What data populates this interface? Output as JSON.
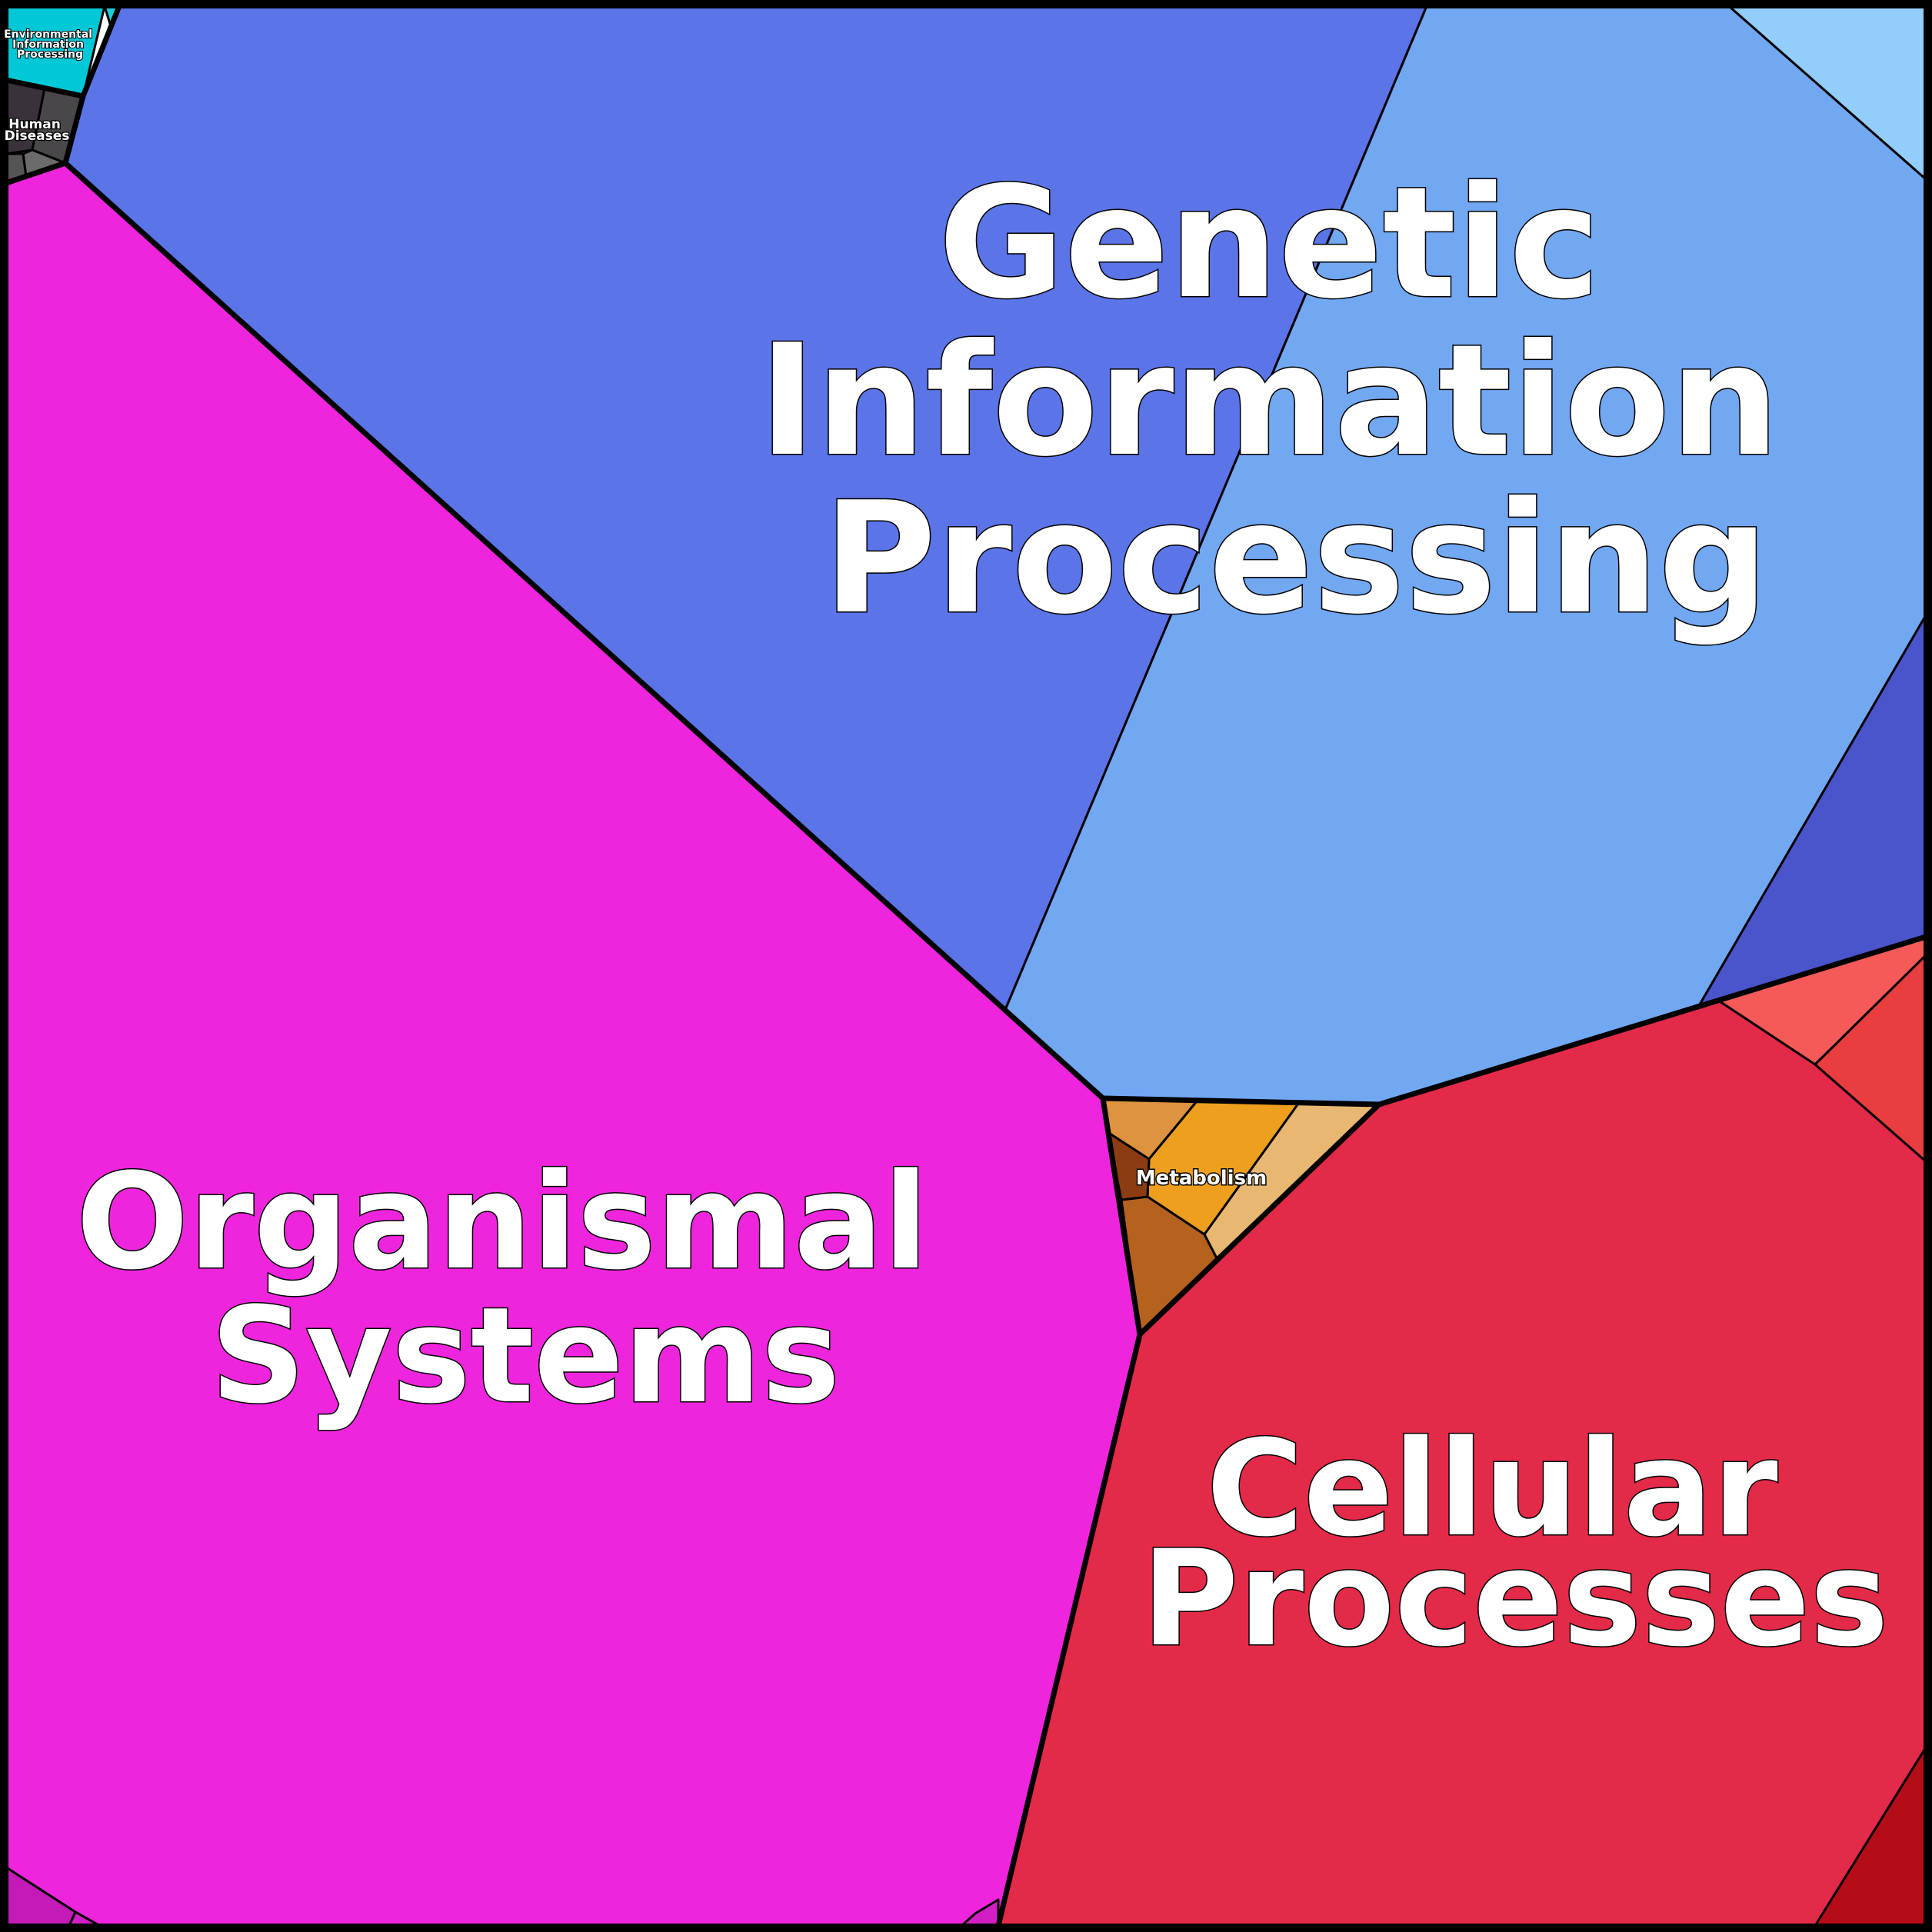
{
  "chart_data": {
    "type": "voronoi-treemap",
    "groups": [
      {
        "name": "Genetic Information Processing",
        "lines": [
          "Genetic",
          "Information",
          "Processing"
        ],
        "colors": [
          "#5b74e8",
          "#72a8f2",
          "#93cdfc",
          "#4a55cc"
        ]
      },
      {
        "name": "Organismal Systems",
        "lines": [
          "Organismal",
          "Systems"
        ],
        "colors": [
          "#ef25dd",
          "#c31bb6",
          "#d21fc5"
        ]
      },
      {
        "name": "Cellular Processes",
        "lines": [
          "Cellular",
          "Processes"
        ],
        "colors": [
          "#e42a49",
          "#f55a58",
          "#ea3d3f",
          "#b50d18"
        ]
      },
      {
        "name": "Metabolism",
        "lines": [
          "Metabolism"
        ],
        "colors": [
          "#dd9340",
          "#ef9f1e",
          "#e8b872",
          "#b6621f",
          "#8c3c13"
        ]
      },
      {
        "name": "Environmental Information Processing",
        "lines": [
          "Environmental",
          "Information",
          "Processing"
        ],
        "colors": [
          "#00c8d6",
          "#19d0dc"
        ]
      },
      {
        "name": "Human Diseases",
        "lines": [
          "Human",
          "Diseases"
        ],
        "colors": [
          "#3a323a",
          "#4a474a",
          "#6b6b6b",
          "#575357"
        ]
      }
    ]
  }
}
